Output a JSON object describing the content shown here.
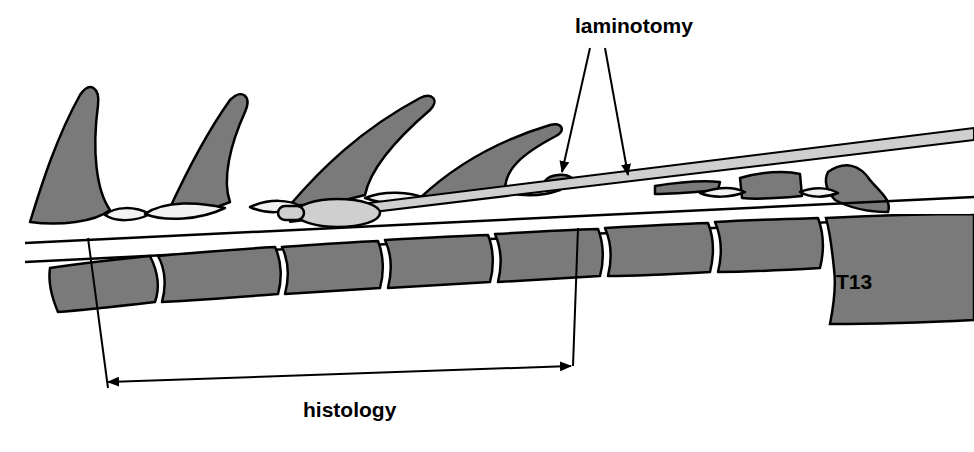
{
  "diagram": {
    "nodes": [
      {
        "text": [
          "T13"
        ]
      }
    ],
    "labels": [
      "laminotomy",
      "histology"
    ]
  }
}
